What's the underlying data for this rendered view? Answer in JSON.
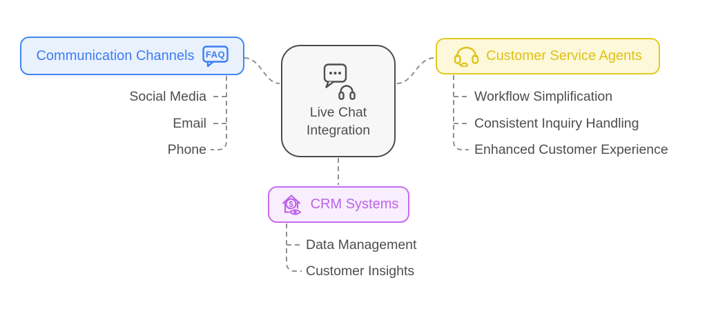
{
  "diagram": {
    "center": {
      "label": "Live Chat Integration",
      "icon": "chat-bubble-headset-icon"
    },
    "branches": [
      {
        "label": "Communication Channels",
        "icon": "faq-speech-bubble-icon",
        "icon_text": "FAQ",
        "children": [
          "Social Media",
          "Email",
          "Phone"
        ]
      },
      {
        "label": "Customer Service Agents",
        "icon": "headset-icon",
        "children": [
          "Workflow Simplification",
          "Consistent Inquiry Handling",
          "Enhanced Customer Experience"
        ]
      },
      {
        "label": "CRM Systems",
        "icon": "house-dollar-eye-icon",
        "icon_dollar": "$",
        "children": [
          "Data Management",
          "Customer Insights"
        ]
      }
    ],
    "colors": {
      "blue_border": "#4285F4",
      "blue_bg": "#E9F1FD",
      "blue_text": "#3D7CF2",
      "yellow_border": "#E3C91E",
      "yellow_bg": "#FCF8D9",
      "yellow_text": "#DFC214",
      "purple_border": "#C76BEF",
      "purple_bg": "#F8EEFD",
      "purple_text": "#BF63E9",
      "center_border": "#4A4A4A",
      "center_bg": "#F7F7F7",
      "center_text": "#4F4F4F",
      "connector_gray": "#8F8F8F",
      "child_text": "#4D4D4D"
    }
  }
}
